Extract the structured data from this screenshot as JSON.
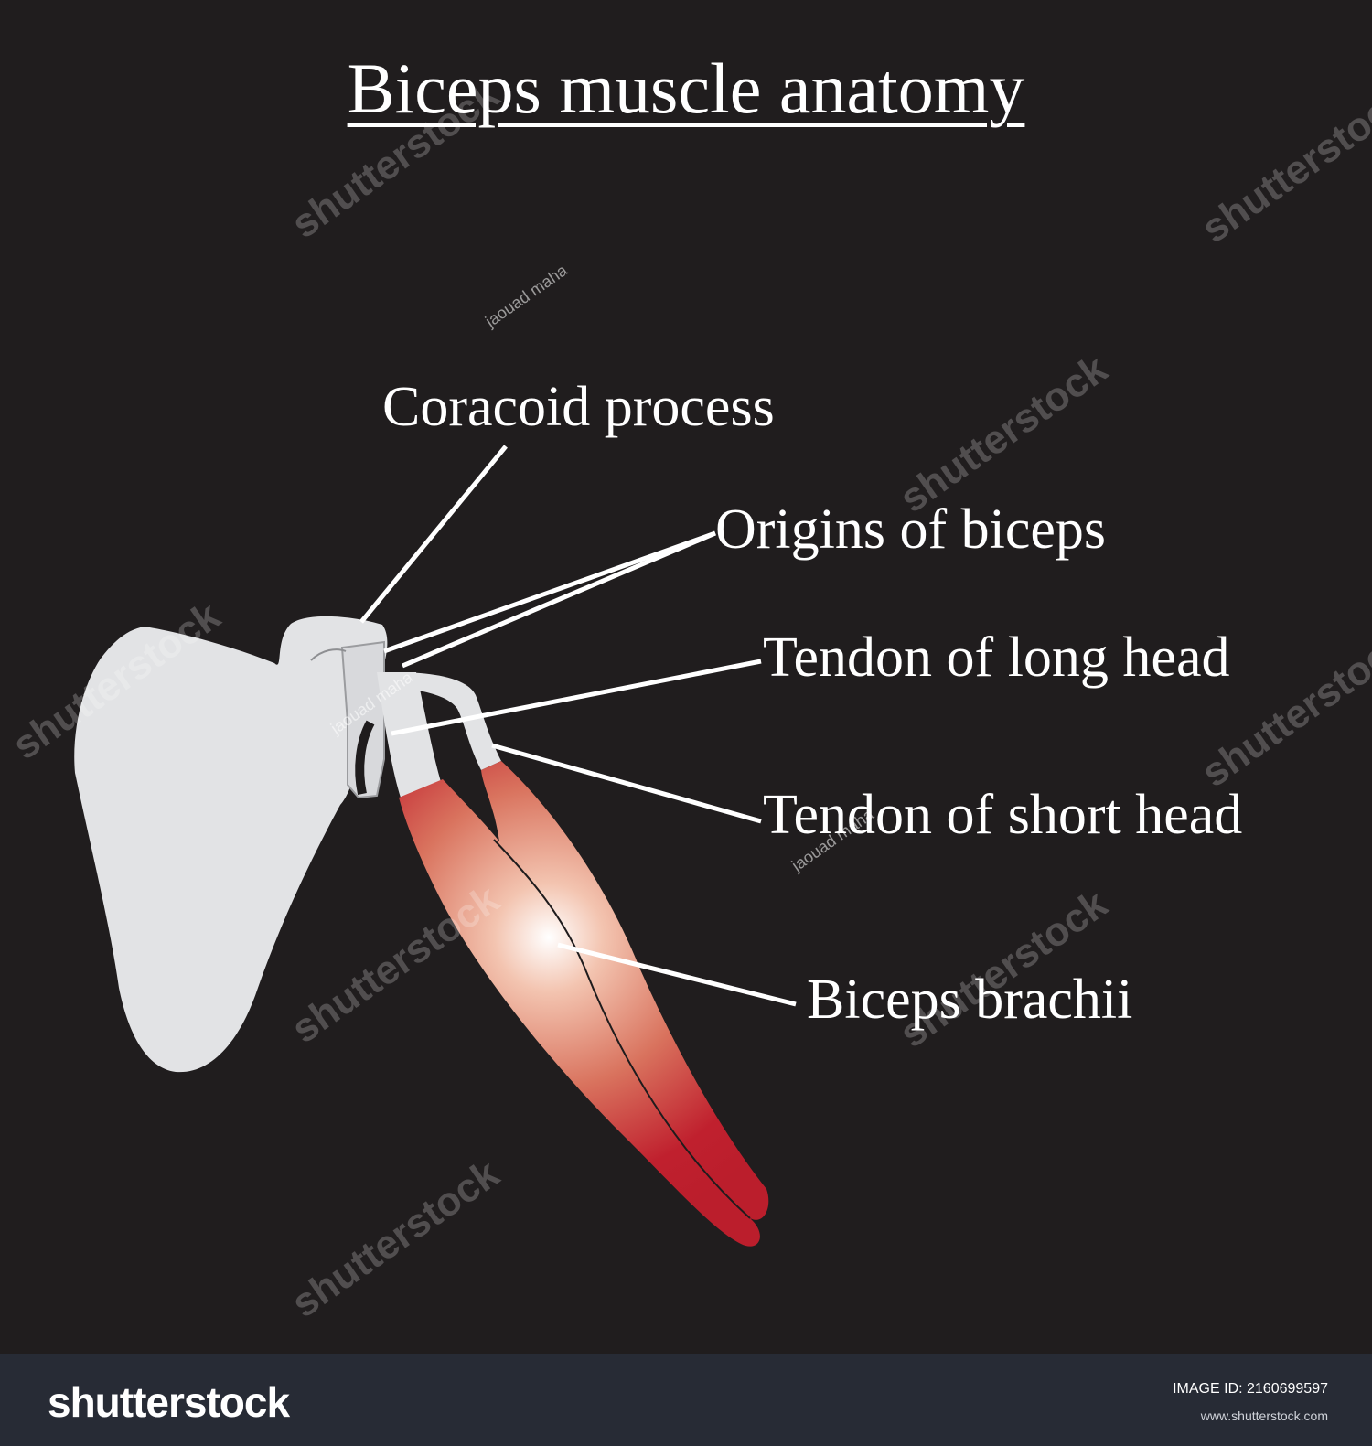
{
  "title": "Biceps muscle anatomy",
  "labels": {
    "coracoid": "Coracoid process",
    "origins": "Origins of biceps",
    "long_head": "Tendon of long head",
    "short_head": "Tendon of short head",
    "brachii": "Biceps brachii"
  },
  "watermark": {
    "text": "shutterstock",
    "author": "jaouad maha"
  },
  "footer": {
    "logo": "shutterstock",
    "image_id": "IMAGE ID: 2160699597",
    "url": "www.shutterstock.com"
  },
  "colors": {
    "background": "#201d1e",
    "bone": "#e2e3e5",
    "muscle": "#c0202e",
    "muscle_highlight": "#ffffff",
    "text": "#ffffff",
    "footer": "#272b35"
  }
}
